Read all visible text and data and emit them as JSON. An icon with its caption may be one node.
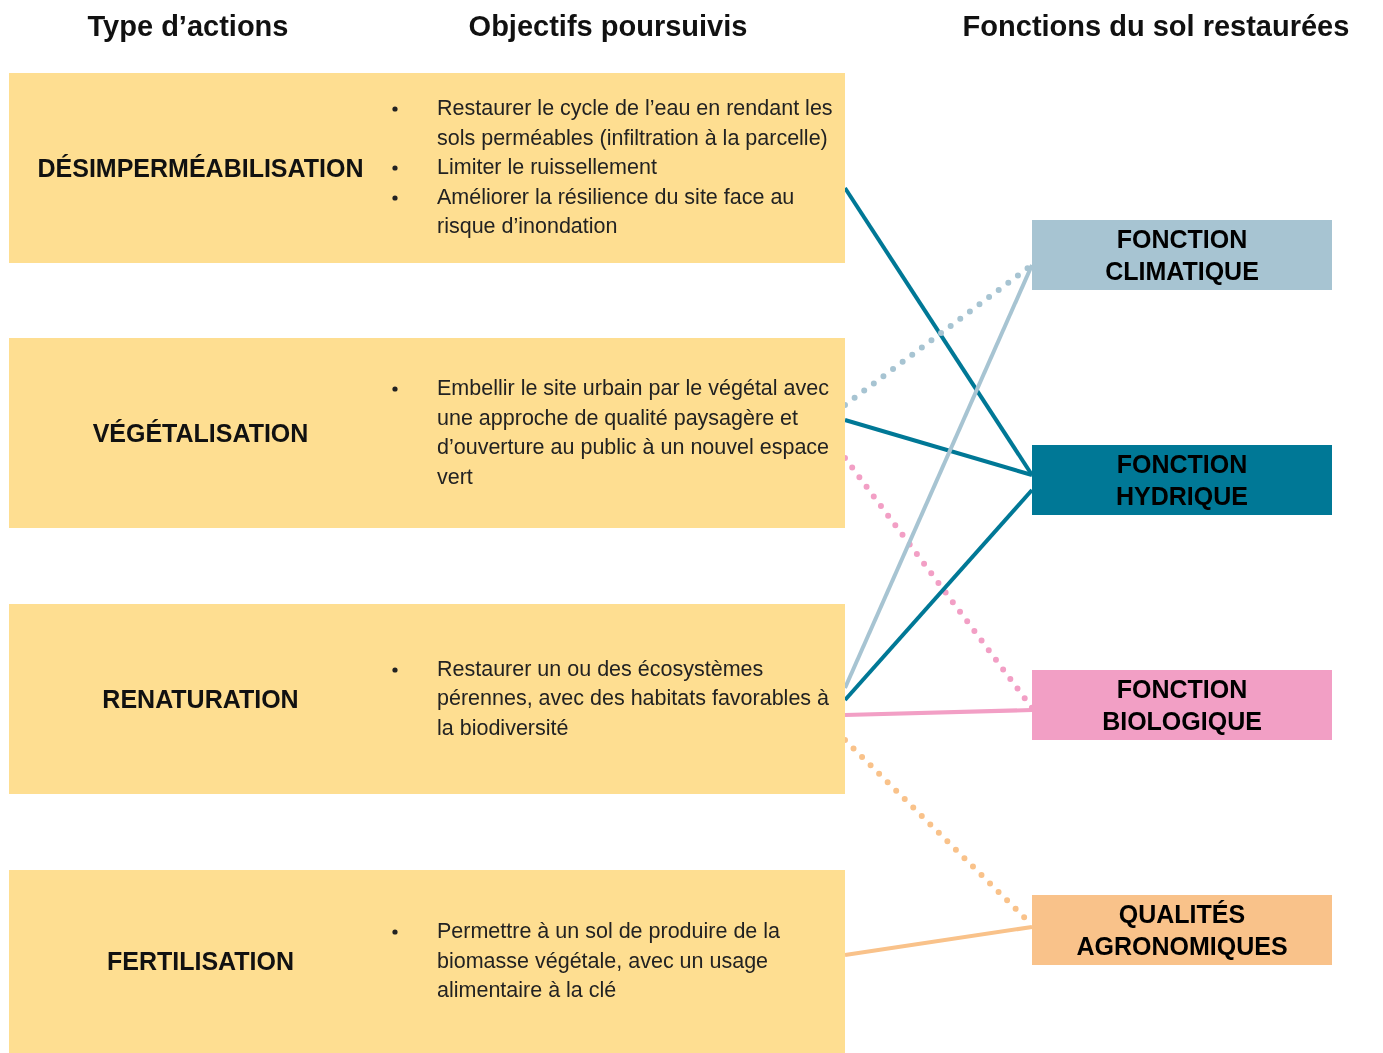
{
  "diagram": {
    "nodes": [
      {
        "text": [
          "DÉSIMPERMÉABILISATION",
          "Restaurer le cycle de l’eau en rendant les sols perméables (infiltration à la parcelle)",
          "Limiter le ruissellement",
          "Améliorer la résilience du site face au risque d’inondation"
        ]
      },
      {
        "text": [
          "VÉGÉTALISATION",
          "Embellir le site urbain par le végétal avec une approche de qualité paysagère et d’ouverture au public à un nouvel espace vert"
        ]
      },
      {
        "text": [
          "RENATURATION",
          "Restaurer un ou des écosystèmes pérennes, avec des habitats favorables à la biodiversité"
        ]
      },
      {
        "text": [
          "FERTILISATION",
          "Permettre à un sol de produire de la biomasse végétale, avec un usage alimentaire à la clé"
        ]
      },
      {
        "text": [
          "FONCTION CLIMATIQUE"
        ]
      },
      {
        "text": [
          "FONCTION HYDRIQUE"
        ]
      },
      {
        "text": [
          "FONCTION BIOLOGIQUE"
        ]
      },
      {
        "text": [
          "QUALITÉS AGRONOMIQUES"
        ]
      }
    ],
    "edges": [
      {
        "from": 0,
        "to": 5,
        "arrow": "none",
        "color": "#007896"
      },
      {
        "from": 1,
        "to": 4,
        "arrow": "none",
        "style": "dashed",
        "color": "#a7c4d2"
      },
      {
        "from": 1,
        "to": 5,
        "arrow": "none",
        "color": "#007896"
      },
      {
        "from": 1,
        "to": 6,
        "arrow": "none",
        "style": "dashed",
        "color": "#f29fc5"
      },
      {
        "from": 2,
        "to": 4,
        "arrow": "none",
        "color": "#a7c4d2"
      },
      {
        "from": 2,
        "to": 5,
        "arrow": "none",
        "color": "#007896"
      },
      {
        "from": 2,
        "to": 6,
        "arrow": "none",
        "color": "#f29fc5"
      },
      {
        "from": 2,
        "to": 7,
        "arrow": "none",
        "style": "dashed",
        "color": "#f9c28a"
      },
      {
        "from": 3,
        "to": 7,
        "arrow": "none",
        "color": "#f9c28a"
      }
    ],
    "labels": [
      "Type d’actions",
      "Objectifs poursuivis",
      "Fonctions du sol restaurées"
    ]
  }
}
